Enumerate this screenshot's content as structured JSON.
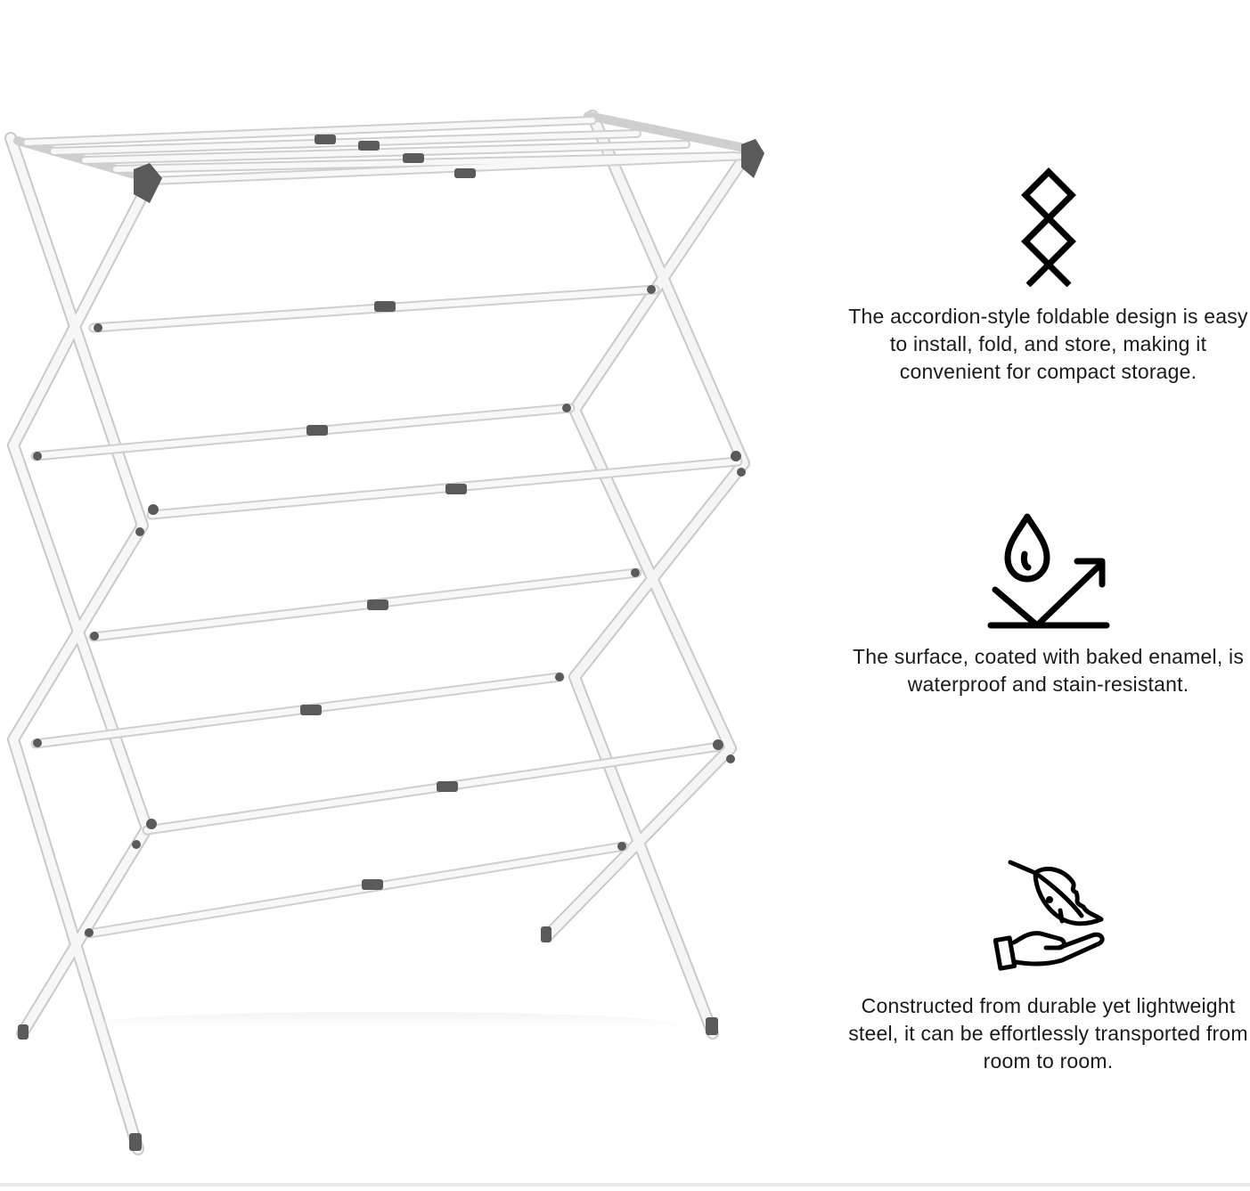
{
  "product": {
    "name": "accordion foldable clothes drying rack",
    "colors": {
      "frame": "#f4f4f4",
      "frame_edge": "#c8c8c8",
      "caps": "#555555"
    }
  },
  "features": [
    {
      "icon": "accordion-fold-icon",
      "text": "The accordion-style foldable design is easy to install, fold, and store, making it convenient for compact storage."
    },
    {
      "icon": "waterproof-drop-icon",
      "text": "The surface, coated with baked enamel, is waterproof and stain-resistant."
    },
    {
      "icon": "lightweight-feather-hand-icon",
      "text": "Constructed from durable yet lightweight steel, it can be effortlessly transported from room to room."
    }
  ]
}
